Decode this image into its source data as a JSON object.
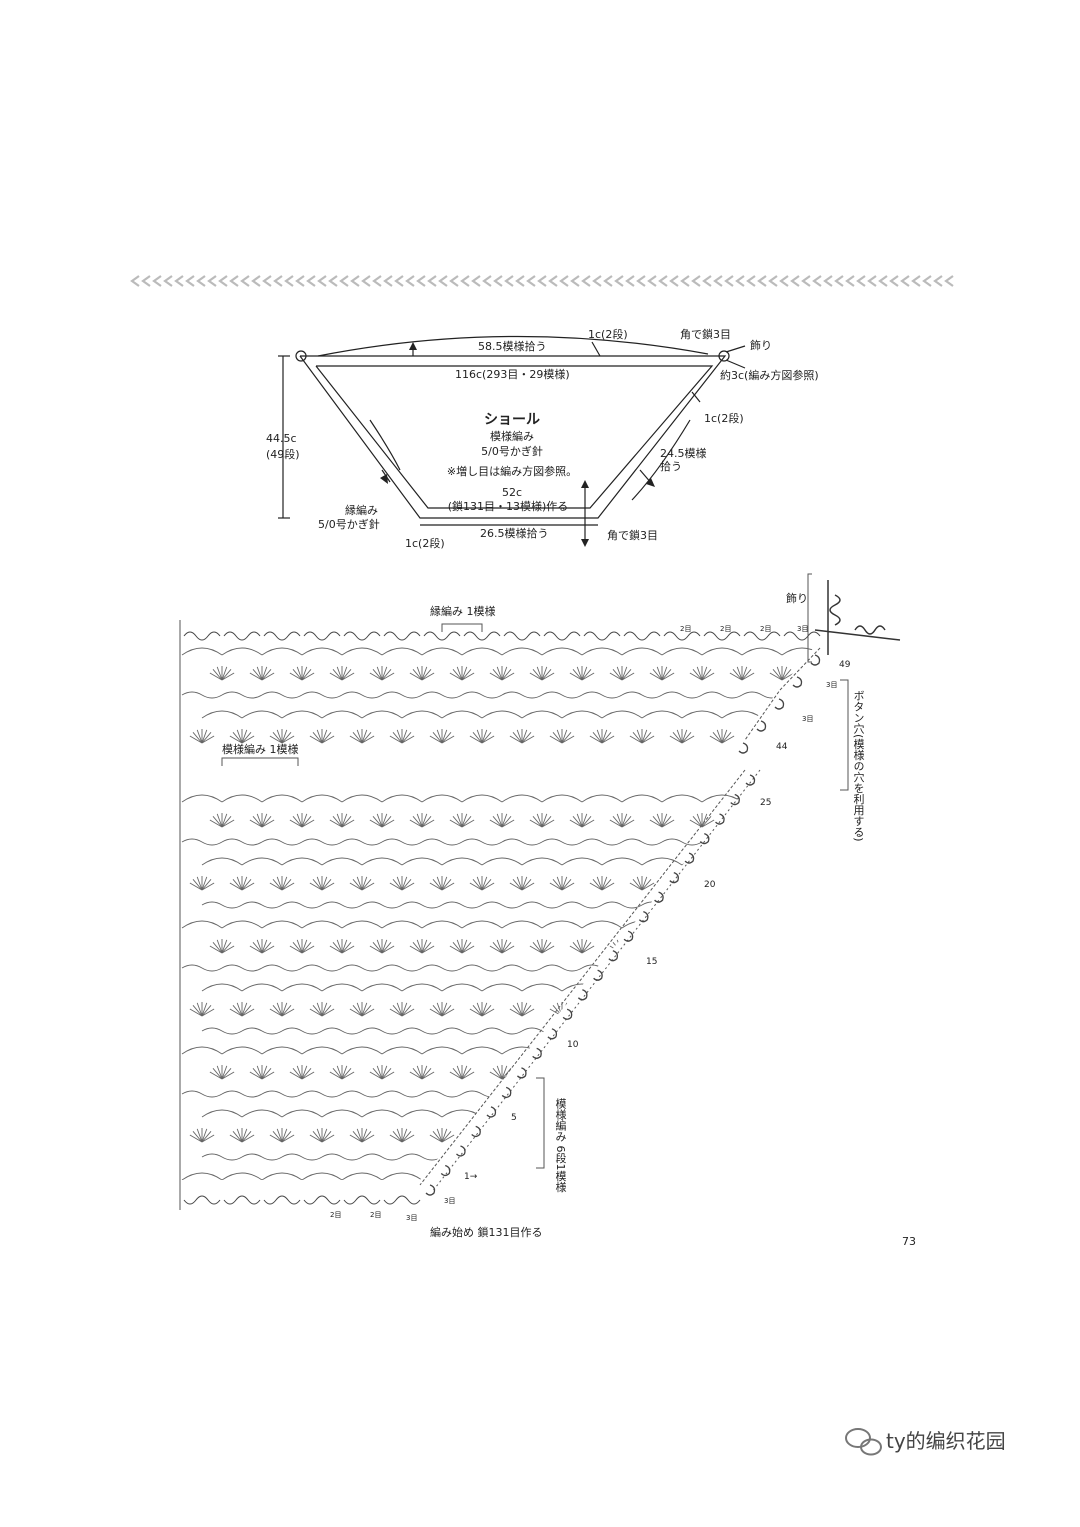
{
  "schematic": {
    "title": "ショール",
    "subtitle_1": "模様編み",
    "subtitle_2": "5/0号かぎ針",
    "note": "※増し目は編み方図参照。",
    "top_pickup": "58.5模様拾う",
    "top_border": "1c(2段)",
    "corner_top": "角で鎖3目",
    "decoration": "飾り",
    "top_width": "116c(293目・29模様)",
    "approx_size": "約3c(編み方図参照)",
    "side_border": "1c(2段)",
    "side_pickup_1": "24.5模様",
    "side_pickup_2": "拾う",
    "height_1": "44.5c",
    "height_2": "(49段)",
    "edge_1": "縁編み",
    "edge_2": "5/0号かぎ針",
    "bottom_width_1": "52c",
    "bottom_width_2": "(鎖131目・13模様)作る",
    "bottom_pickup": "26.5模様拾う",
    "bottom_border": "1c(2段)",
    "corner_bottom": "角で鎖3目"
  },
  "chart": {
    "edge_repeat": "縁編み 1模様",
    "pattern_repeat": "模様編み 1模様",
    "decoration": "飾り",
    "button_hole": "ボタン穴(模様の穴を利用する)",
    "pattern_rows": "模様編み 6段1模様",
    "start_label": "編み始め 鎖131目作る",
    "row_49": "49",
    "row_44": "44",
    "row_25": "25",
    "row_20": "20",
    "row_15": "15",
    "row_10": "10",
    "row_5": "5",
    "row_1": "1→",
    "chain_2": "2目",
    "chain_3": "3目"
  },
  "page_number": "73",
  "watermark": "ty的编织花园"
}
